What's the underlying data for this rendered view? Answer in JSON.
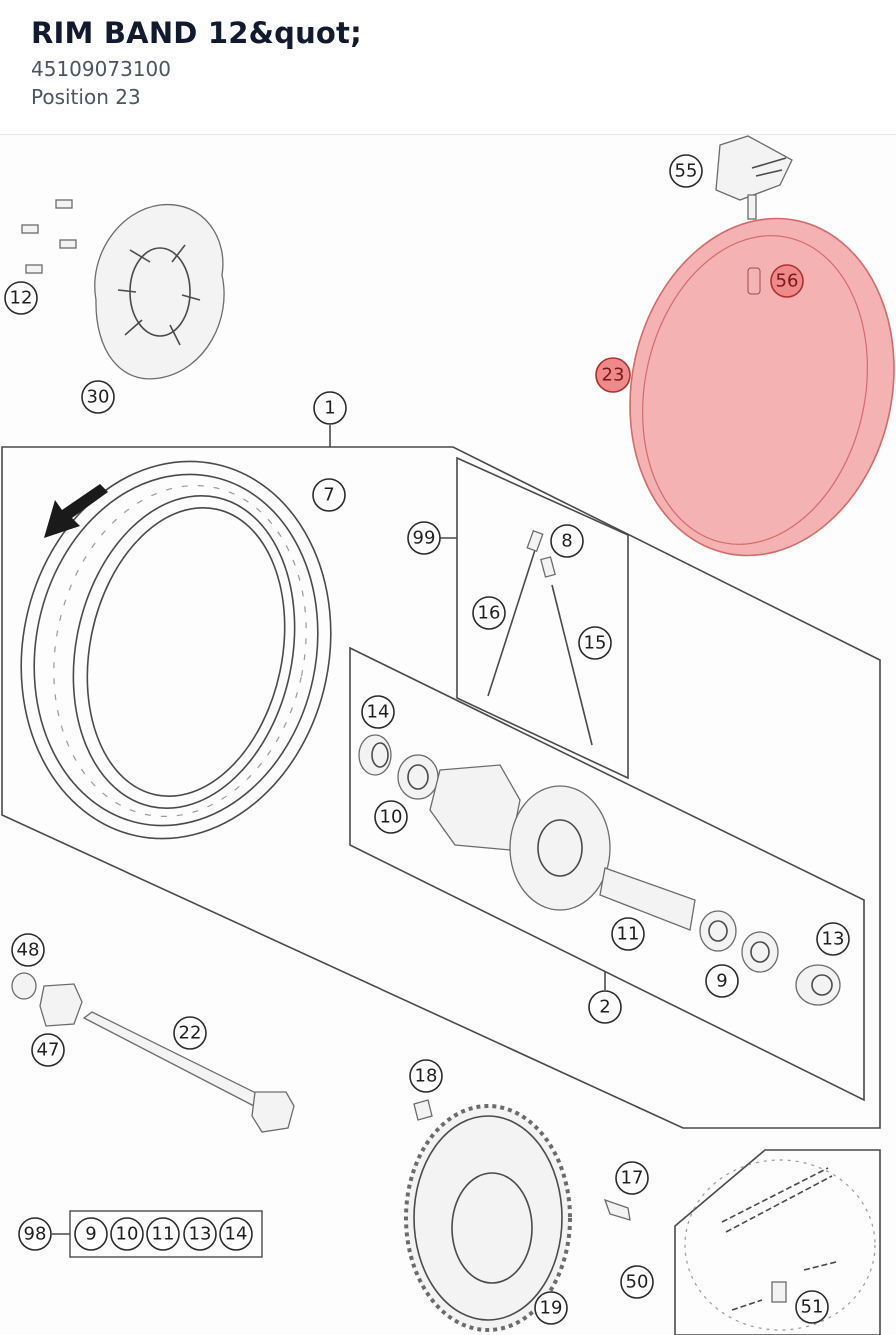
{
  "part": {
    "title": "RIM BAND 12&quot;",
    "number": "45109073100",
    "position": "Position 23"
  },
  "highlight_color": "#f08080",
  "callouts": {
    "c55": "55",
    "c56": "56",
    "c23": "23",
    "c12": "12",
    "c30": "30",
    "c1": "1",
    "c7": "7",
    "c99": "99",
    "c8": "8",
    "c16": "16",
    "c15": "15",
    "c14": "14",
    "c10": "10",
    "c11": "11",
    "c13": "13",
    "c9": "9",
    "c2": "2",
    "c48": "48",
    "c47": "47",
    "c22": "22",
    "c18": "18",
    "c17": "17",
    "c19": "19",
    "c50": "50",
    "c51": "51",
    "c98": "98",
    "k9": "9",
    "k10": "10",
    "k11": "11",
    "k13": "13",
    "k14": "14"
  }
}
